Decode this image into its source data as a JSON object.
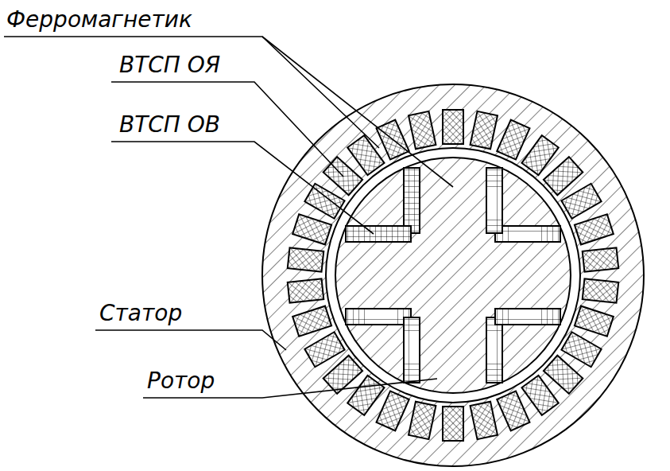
{
  "diagram": {
    "labels": [
      "Ферромагнетик",
      "ВТСП ОЯ",
      "ВТСП ОВ",
      "Статор",
      "Ротор"
    ]
  }
}
